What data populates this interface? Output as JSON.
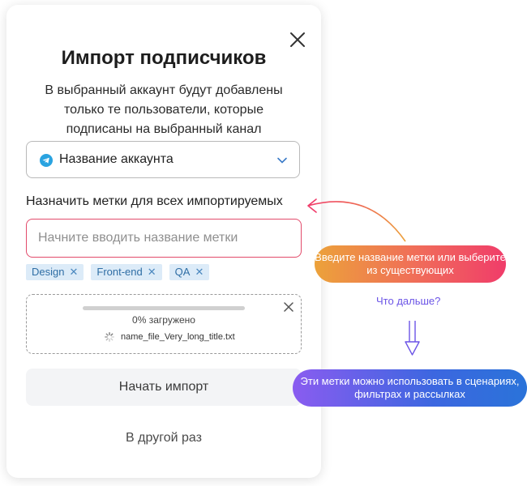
{
  "modal": {
    "title": "Импорт подписчиков",
    "description": "В выбранный аккаунт будут добавлены только те пользователи, которые подписаны на выбранный канал",
    "account_select": {
      "value": "Название аккаунта",
      "icon": "telegram-icon"
    },
    "tags_label": "Назначить метки для всех импортируемых",
    "tag_input": {
      "placeholder": "Начните вводить название метки",
      "value": ""
    },
    "tags": [
      {
        "label": "Design"
      },
      {
        "label": "Front-end"
      },
      {
        "label": "QA"
      }
    ],
    "upload": {
      "progress_percent": 0,
      "progress_text": "0% загружено",
      "file_name": "name_file_Very_long_title.txt"
    },
    "start_button": "Начать импорт",
    "later_link": "В другой раз"
  },
  "annotations": {
    "hint1": "Введите название метки или выберите из существующих",
    "next_question": "Что дальше?",
    "hint2": "Эти метки можно использовать в сценариях, фильтрах и рассылках"
  },
  "colors": {
    "tag_bg": "#dcebf8",
    "tag_text": "#2f6ea5",
    "input_border_focus": "#e24b6b",
    "telegram": "#2aa3e0",
    "hint1_gradient": [
      "#eca23a",
      "#f03c6a"
    ],
    "hint2_gradient": [
      "#8a5cf0",
      "#2a73d9"
    ],
    "link_purple": "#6b54e6"
  }
}
